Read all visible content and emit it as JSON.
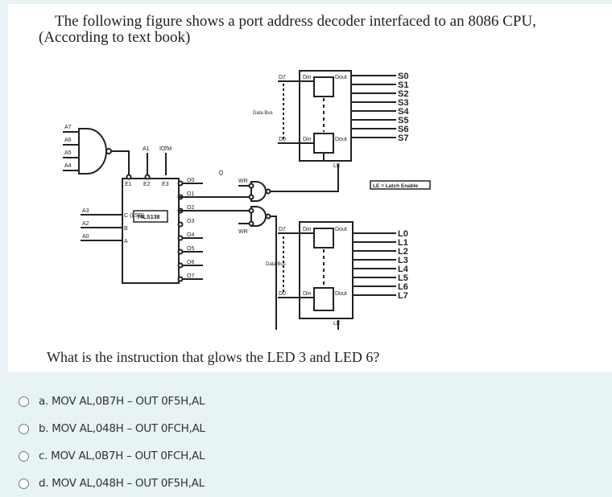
{
  "question": {
    "intro_line1": "The following figure shows a port address decoder interfaced to an 8086 CPU,",
    "intro_line2": "(According to text book)",
    "prompt": "What is the instruction that glows the LED 3 and LED 6?"
  },
  "figure": {
    "nand_inputs": [
      "A7",
      "A6",
      "A5",
      "A4"
    ],
    "enable_labels": [
      "E1",
      "E2",
      "E3"
    ],
    "enable_inputs": [
      "A1",
      "IO/M"
    ],
    "decoder_inputs": [
      "A3",
      "A2",
      "A0"
    ],
    "decoder_pins": [
      "C (LSB)",
      "B",
      "A"
    ],
    "decoder_name": "74LS138",
    "decoder_outputs": [
      "O0",
      "O1",
      "O2",
      "O3",
      "O4",
      "O5",
      "O6",
      "O7"
    ],
    "zero_mark": "0",
    "wr_label": "WR",
    "latch_top": {
      "d_high": "D7",
      "d_low": "D0",
      "bus_label": "Data Bus",
      "din": "Din",
      "dout": "Dout",
      "le": "LE",
      "outputs": [
        "S0",
        "S1",
        "S2",
        "S3",
        "S4",
        "S5",
        "S6",
        "S7"
      ]
    },
    "latch_bottom": {
      "d_high": "D7",
      "d_low": "D0",
      "bus_label": "Data Bus",
      "din": "Din",
      "dout": "Dout",
      "le": "LE",
      "outputs": [
        "L0",
        "L1",
        "L2",
        "L3",
        "L4",
        "L5",
        "L6",
        "L7"
      ]
    },
    "legend": "LE = Latch Enable"
  },
  "answers": [
    {
      "label": "a. MOV AL,0B7H – OUT 0F5H,AL"
    },
    {
      "label": "b. MOV AL,048H – OUT 0FCH,AL"
    },
    {
      "label": "c. MOV AL,0B7H – OUT 0FCH,AL"
    },
    {
      "label": "d. MOV AL,048H – OUT 0F5H,AL"
    }
  ]
}
